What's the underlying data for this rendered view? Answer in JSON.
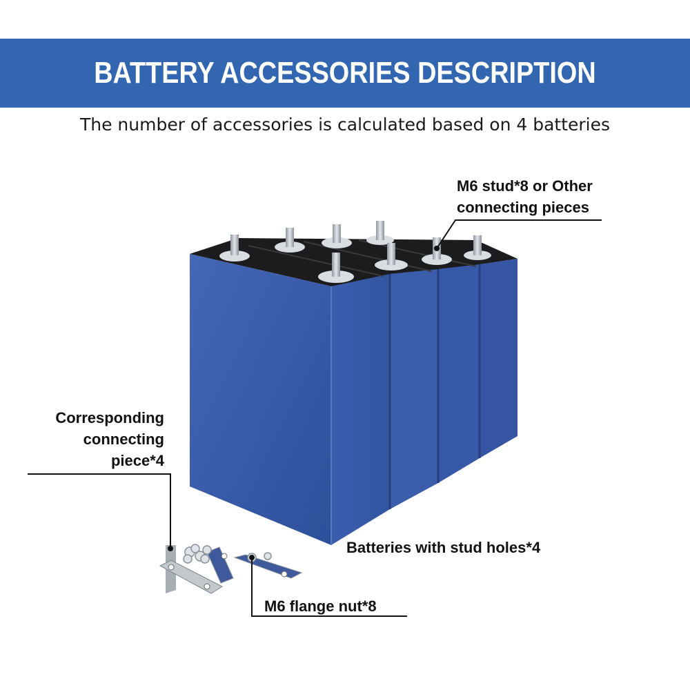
{
  "header": {
    "title": "BATTERY ACCESSORIES DESCRIPTION",
    "banner_color": "#3366b0"
  },
  "subtitle": "The number of accessories is calculated based on 4 batteries",
  "callouts": {
    "stud_line1": "M6 stud*8 or Other",
    "stud_line2": "connecting pieces",
    "conn_line1": "Corresponding",
    "conn_line2": "connecting",
    "conn_line3": "piece*4",
    "batteries": "Batteries with stud holes*4",
    "nut": "M6 flange nut*8"
  },
  "colors": {
    "battery_blue": "#3d5fae",
    "battery_dark": "#2f4d96",
    "top_black": "#1c1c1e",
    "stud_metal": "#b9c0c8"
  }
}
